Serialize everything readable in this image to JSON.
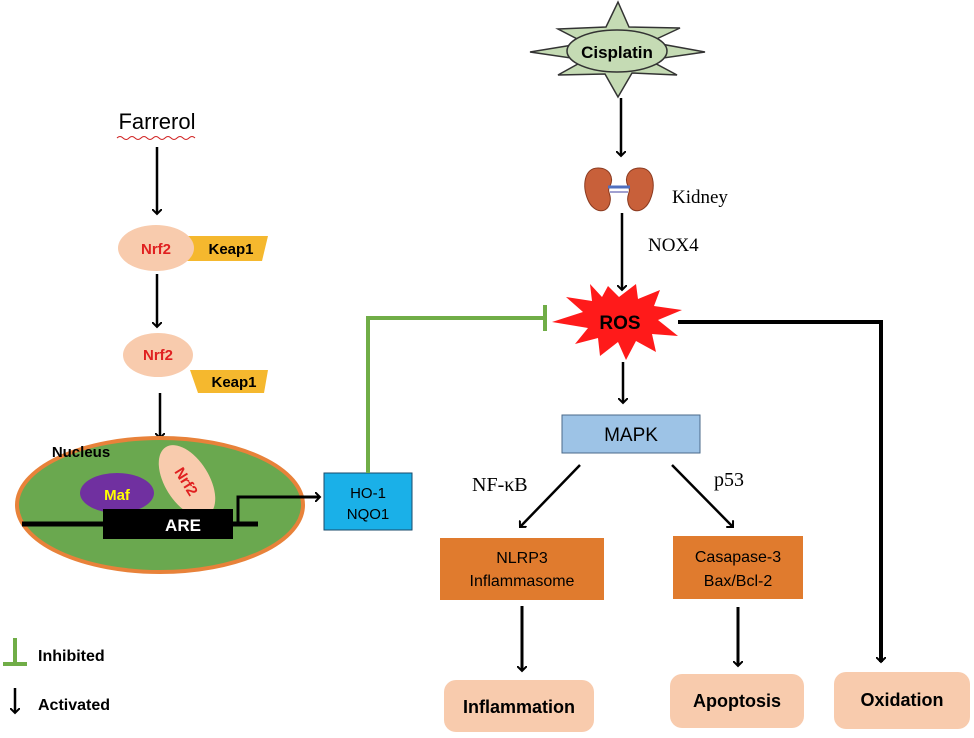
{
  "labels": {
    "farrerol": "Farrerol",
    "nrf2": "Nrf2",
    "keap1": "Keap1",
    "nucleus": "Nucleus",
    "maf": "Maf",
    "are": "ARE",
    "ho1": "HO-1",
    "nqo1": "NQO1",
    "cisplatin": "Cisplatin",
    "kidney": "Kidney",
    "nox4": "NOX4",
    "ros": "ROS",
    "mapk": "MAPK",
    "nfkb": "NF-κB",
    "p53": "p53",
    "nlrp3_line1": "NLRP3",
    "nlrp3_line2": "Inflammasome",
    "casp_line1": "Casapase-3",
    "casp_line2": "Bax/Bcl-2",
    "inflammation": "Inflammation",
    "apoptosis": "Apoptosis",
    "oxidation": "Oxidation"
  },
  "legend": {
    "inhibited": "Inhibited",
    "activated": "Activated"
  },
  "colors": {
    "nrf2_fill": "#f8cbad",
    "keap1_fill": "#f5b82e",
    "nrf2_text": "#e02020",
    "nucleus_fill": "#6aa84f",
    "nucleus_border": "#e8823a",
    "maf_fill": "#7030a0",
    "maf_text": "#ffff00",
    "ho1_fill": "#1ab0e8",
    "ros_fill": "#ff1a1a",
    "mapk_fill": "#9dc3e6",
    "orange_box": "#e07b2e",
    "outcome_fill": "#f8cbad",
    "inhibit_line": "#70ad47",
    "cisplatin_fill": "#c5dbb4"
  }
}
